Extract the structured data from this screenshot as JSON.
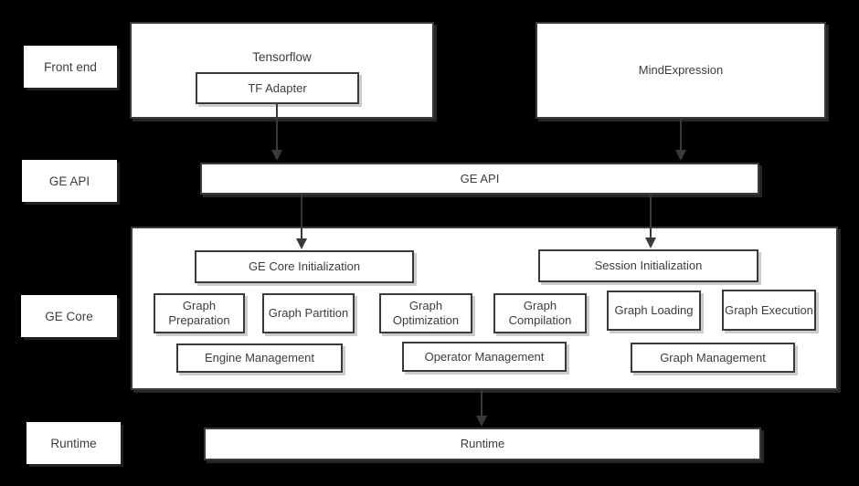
{
  "rows": {
    "frontend": "Front end",
    "ge_api": "GE API",
    "ge_core": "GE Core",
    "runtime": "Runtime"
  },
  "frontend": {
    "tensorflow": "Tensorflow",
    "tf_adapter": "TF Adapter",
    "mindexpression": "MindExpression"
  },
  "ge_api": {
    "bar": "GE API"
  },
  "ge_core": {
    "core_init": "GE Core Initialization",
    "session_init": "Session Initialization",
    "stages": [
      "Graph Preparation",
      "Graph Partition",
      "Graph Optimization",
      "Graph Compilation",
      "Graph Loading",
      "Graph Execution"
    ],
    "management": [
      "Engine Management",
      "Operator Management",
      "Graph Management"
    ]
  },
  "runtime": {
    "bar": "Runtime"
  },
  "colors": {
    "background": "#000000",
    "box_fill": "#ffffff",
    "box_border": "#3a3a3a",
    "text": "#3d3d3d",
    "arrow": "#3a3a3a"
  }
}
